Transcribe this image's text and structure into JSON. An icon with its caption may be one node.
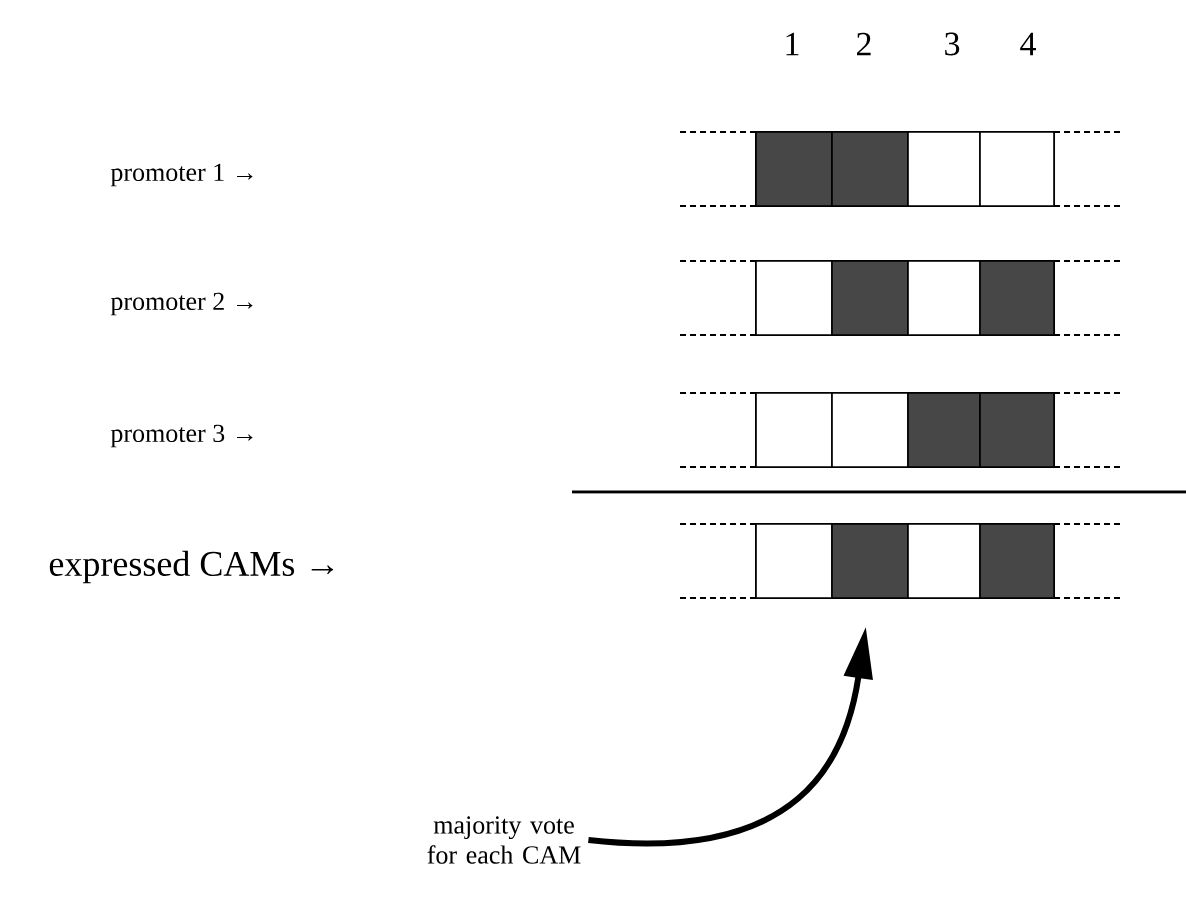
{
  "diagram": {
    "nodes": [
      {
        "text": [],
        "shape": "bar"
      },
      {
        "text": [],
        "shape": "box",
        "in": 0
      },
      {
        "text": [],
        "shape": "box",
        "in": 0
      },
      {
        "text": [],
        "shape": "box",
        "in": 0
      },
      {
        "text": [],
        "shape": "box",
        "in": 0
      },
      {
        "text": [],
        "shape": "bar"
      },
      {
        "text": [],
        "shape": "box",
        "in": 5
      },
      {
        "text": [],
        "shape": "box",
        "in": 5
      },
      {
        "text": [],
        "shape": "box",
        "in": 5
      },
      {
        "text": [],
        "shape": "box",
        "in": 5
      },
      {
        "text": [],
        "shape": "bar"
      },
      {
        "text": [],
        "shape": "box",
        "in": 10
      },
      {
        "text": [],
        "shape": "box",
        "in": 10
      },
      {
        "text": [],
        "shape": "box",
        "in": 10
      },
      {
        "text": [],
        "shape": "box",
        "in": 10
      },
      {
        "text": [],
        "shape": "bar"
      },
      {
        "text": [],
        "shape": "box",
        "in": 15
      },
      {
        "text": [],
        "shape": "box",
        "in": 15
      },
      {
        "text": [],
        "shape": "box",
        "in": 15
      },
      {
        "text": [],
        "shape": "box",
        "in": 15
      },
      {
        "text": [
          "majority vote for each CAM"
        ]
      }
    ],
    "edges": [
      {
        "from": 20,
        "to": 17,
        "arrow": "to"
      }
    ],
    "labels": [
      "1",
      "2",
      "3",
      "4",
      "promoter 1 →",
      "promoter 2 →",
      "promoter 3 →",
      "expressed CAMs →"
    ]
  }
}
